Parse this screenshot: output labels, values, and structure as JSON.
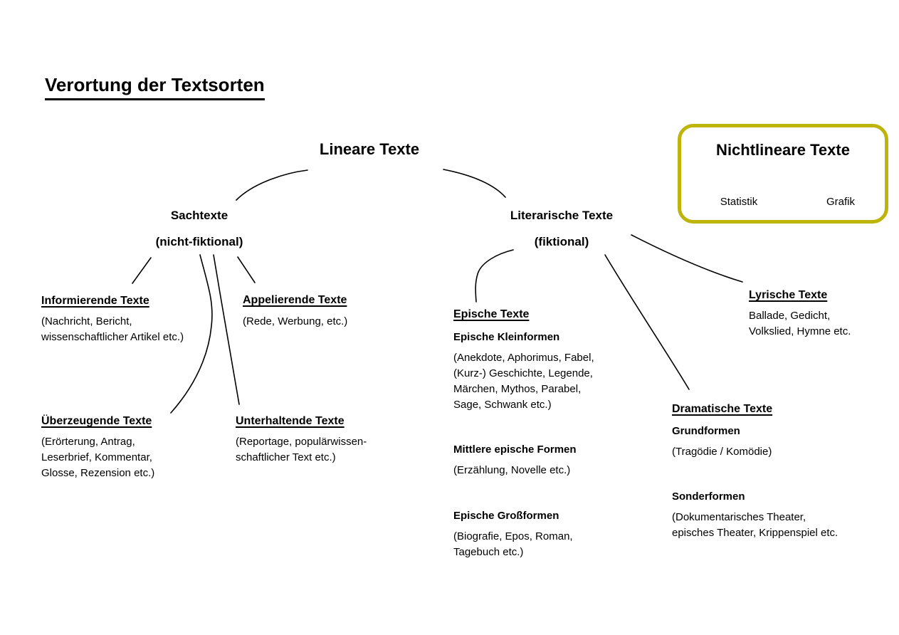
{
  "title": "Verortung der Textsorten",
  "nonlinear": {
    "label": "Nichtlineare Texte",
    "items": [
      "Statistik",
      "Grafik"
    ],
    "border_color": "#bdb40c"
  },
  "tree": {
    "linear": "Lineare Texte",
    "sachtexte": {
      "name": "Sachtexte",
      "qualifier": "(nicht-fiktional)"
    },
    "literarische": {
      "name": "Literarische Texte",
      "qualifier": "(fiktional)"
    },
    "informierende": {
      "heading": "Informierende Texte",
      "body": [
        "(Nachricht, Bericht,",
        "wissenschaftlicher Artikel etc.)"
      ]
    },
    "appelierende": {
      "heading": "Appelierende Texte",
      "body": [
        "(Rede, Werbung, etc.)"
      ]
    },
    "ueberzeugende": {
      "heading": "Überzeugende Texte",
      "body": [
        "(Erörterung, Antrag,",
        "Leserbrief, Kommentar,",
        "Glosse, Rezension etc.)"
      ]
    },
    "unterhaltende": {
      "heading": "Unterhaltende Texte",
      "body": [
        "(Reportage, populärwissen-",
        "schaftlicher Text etc.)"
      ]
    },
    "epische": {
      "heading": "Epische Texte",
      "sections": [
        {
          "subheading": "Epische Kleinformen",
          "body": [
            "(Anekdote, Aphorimus, Fabel,",
            "(Kurz-) Geschichte, Legende,",
            "Märchen, Mythos, Parabel,",
            "Sage, Schwank etc.)"
          ]
        },
        {
          "subheading": "Mittlere epische Formen",
          "body": [
            "(Erzählung, Novelle etc.)"
          ]
        },
        {
          "subheading": "Epische Großformen",
          "body": [
            "(Biografie, Epos, Roman,",
            "Tagebuch etc.)"
          ]
        }
      ]
    },
    "dramatische": {
      "heading": "Dramatische Texte",
      "sections": [
        {
          "subheading": "Grundformen",
          "body": [
            "(Tragödie / Komödie)"
          ]
        },
        {
          "subheading": "Sonderformen",
          "body": [
            "(Dokumentarisches Theater,",
            "episches Theater, Krippenspiel etc."
          ]
        }
      ]
    },
    "lyrische": {
      "heading": "Lyrische Texte",
      "body": [
        "Ballade, Gedicht,",
        "Volkslied, Hymne etc."
      ]
    }
  }
}
